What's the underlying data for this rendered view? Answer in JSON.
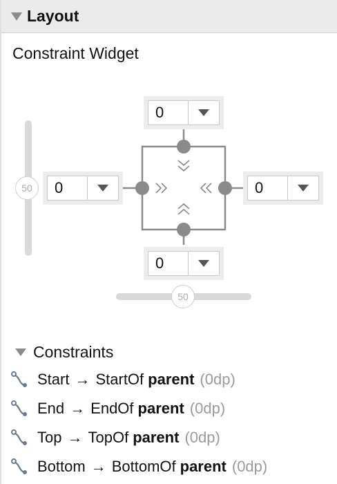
{
  "section": {
    "title": "Layout",
    "caret_icon": "triangle-down-icon"
  },
  "widget": {
    "title": "Constraint Widget"
  },
  "margins": {
    "top": "0",
    "start": "0",
    "end": "0",
    "bottom": "0"
  },
  "bias": {
    "vertical": "50",
    "horizontal": "50"
  },
  "constraints": {
    "header": "Constraints",
    "items": [
      {
        "side": "Start",
        "target": "StartOf",
        "parent": "parent",
        "margin": "(0dp)"
      },
      {
        "side": "End",
        "target": "EndOf",
        "parent": "parent",
        "margin": "(0dp)"
      },
      {
        "side": "Top",
        "target": "TopOf",
        "parent": "parent",
        "margin": "(0dp)"
      },
      {
        "side": "Bottom",
        "target": "BottomOf",
        "parent": "parent",
        "margin": "(0dp)"
      }
    ],
    "arrow_glyph": "→"
  },
  "colors": {
    "header_bg": "#ebebeb",
    "dot": "#8a8a8a",
    "line": "#8a8a8a",
    "muted_text": "#9a9a9a"
  }
}
